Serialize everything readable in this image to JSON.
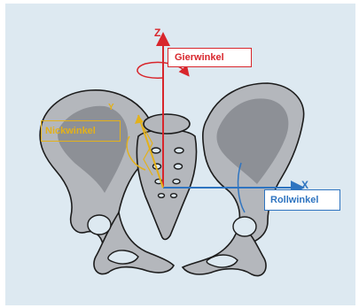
{
  "figure": {
    "background_color": "#dde9f1",
    "axes": {
      "z": {
        "label": "Z",
        "color": "#d8262c"
      },
      "y": {
        "label": "Y",
        "color": "#e3b11a"
      },
      "x": {
        "label": "X",
        "color": "#2e74c0"
      }
    },
    "rotation_labels": {
      "yaw": "Gierwinkel",
      "pitch": "Nickwinkel",
      "roll": "Rollwinkel"
    },
    "bone_colors": {
      "outline": "#1c1c1c",
      "shade": "#8d9096",
      "light": "#b4b7bc"
    }
  }
}
